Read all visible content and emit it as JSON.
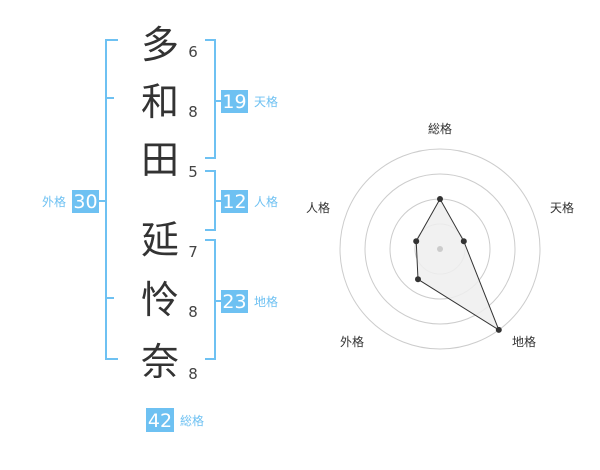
{
  "name_chars": [
    {
      "char": "多",
      "strokes": "6"
    },
    {
      "char": "和",
      "strokes": "8"
    },
    {
      "char": "田",
      "strokes": "5"
    },
    {
      "char": "延",
      "strokes": "7"
    },
    {
      "char": "怜",
      "strokes": "8"
    },
    {
      "char": "奈",
      "strokes": "8"
    }
  ],
  "fortunes": {
    "tenkaku": {
      "value": "19",
      "label": "天格"
    },
    "jinkaku": {
      "value": "12",
      "label": "人格"
    },
    "chikaku": {
      "value": "23",
      "label": "地格"
    },
    "gaikaku": {
      "value": "30",
      "label": "外格"
    },
    "soukaku": {
      "value": "42",
      "label": "総格"
    }
  },
  "radar": {
    "axes": [
      "総格",
      "天格",
      "地格",
      "外格",
      "人格"
    ],
    "levels": 4,
    "values": [
      2,
      1,
      4,
      1.5,
      1
    ],
    "colors": {
      "fill": "#eeeeee",
      "line": "#333333",
      "ring": "#cccccc"
    }
  },
  "colors": {
    "accent": "#6ec1f2"
  }
}
